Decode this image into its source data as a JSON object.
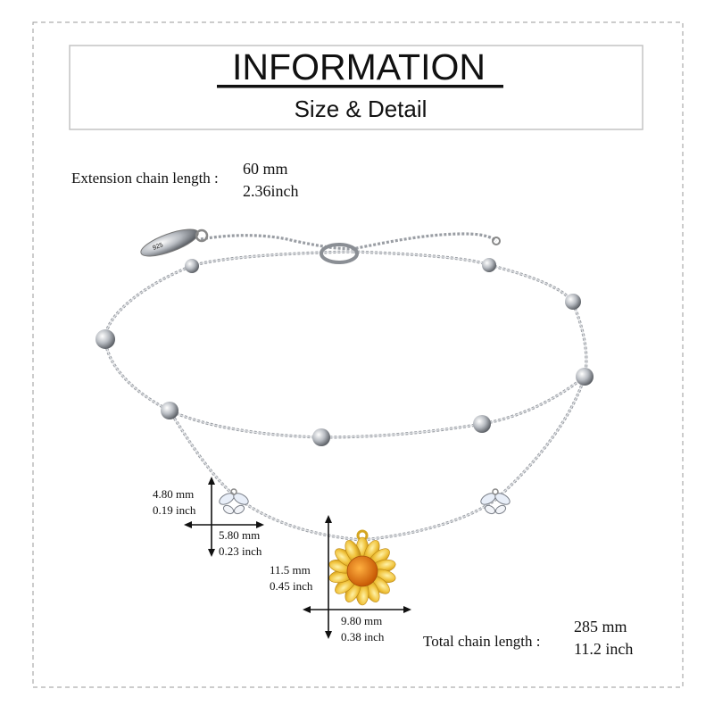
{
  "header": {
    "title": "INFORMATION",
    "subtitle": "Size & Detail"
  },
  "extension": {
    "label": "Extension chain length :",
    "mm": "60 mm",
    "inch": "2.36inch"
  },
  "butterfly": {
    "height_mm": "4.80 mm",
    "height_inch": "0.19 inch",
    "width_mm": "5.80 mm",
    "width_inch": "0.23 inch"
  },
  "sunflower": {
    "height_mm": "11.5 mm",
    "height_inch": "0.45 inch",
    "width_mm": "9.80 mm",
    "width_inch": "0.38 inch"
  },
  "total": {
    "label": "Total chain length :",
    "mm": "285 mm",
    "inch": "11.2 inch"
  },
  "tag_stamp": "925",
  "colors": {
    "silver": "#b9bdc2",
    "gold": "#e8b830",
    "orange_stones": "#e07a10",
    "border": "#9a9a9a"
  }
}
